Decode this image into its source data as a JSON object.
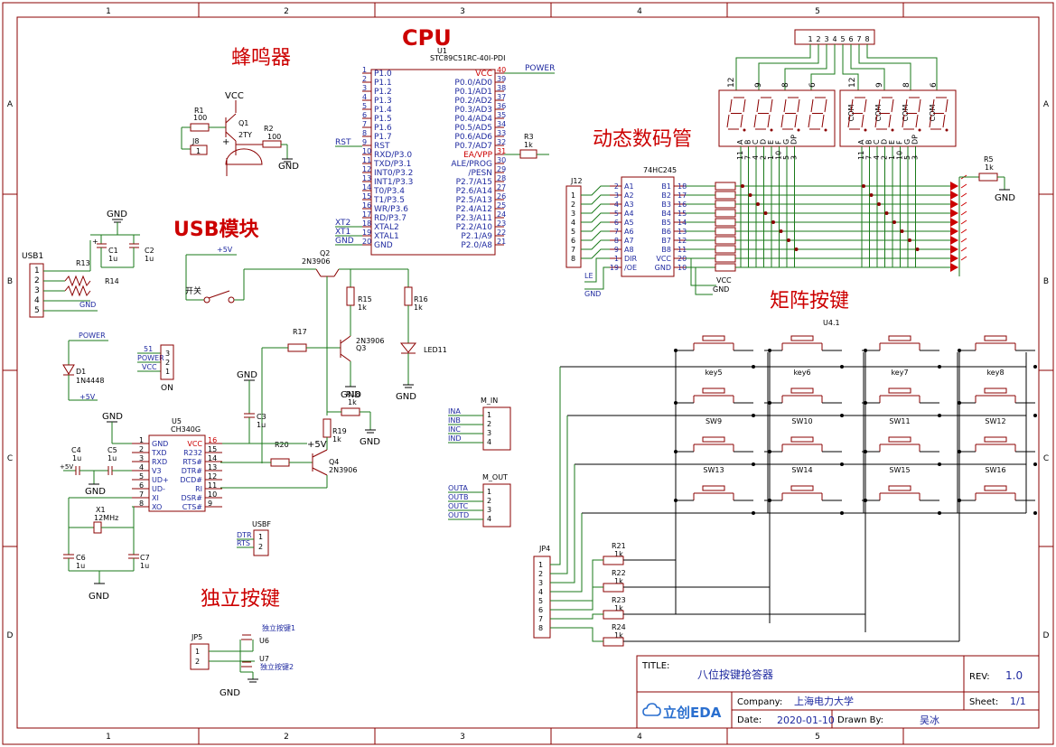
{
  "frame": {
    "columns": [
      "1",
      "2",
      "3",
      "4",
      "5"
    ],
    "rows": [
      "A",
      "B",
      "C",
      "D"
    ]
  },
  "headings": {
    "buzzer": "蜂鸣器",
    "cpu": "CPU",
    "usb": "USB模块",
    "segment": "动态数码管",
    "matrix": "矩阵按键",
    "independent": "独立按键"
  },
  "cpu": {
    "ref": "U1",
    "part": "STC89C51RC-40I-PDI",
    "left_pins": [
      {
        "num": "1",
        "name": "P1.0"
      },
      {
        "num": "2",
        "name": "P1.1"
      },
      {
        "num": "3",
        "name": "P1.2"
      },
      {
        "num": "4",
        "name": "P1.3"
      },
      {
        "num": "5",
        "name": "P1.4"
      },
      {
        "num": "6",
        "name": "P1.5"
      },
      {
        "num": "7",
        "name": "P1.6"
      },
      {
        "num": "8",
        "name": "P1.7"
      },
      {
        "num": "9",
        "name": "RST"
      },
      {
        "num": "10",
        "name": "RXD/P3.0"
      },
      {
        "num": "11",
        "name": "TXD/P3.1"
      },
      {
        "num": "12",
        "name": "INT0/P3.2"
      },
      {
        "num": "13",
        "name": "INT1/P3.3"
      },
      {
        "num": "14",
        "name": "T0/P3.4"
      },
      {
        "num": "15",
        "name": "T1/P3.5"
      },
      {
        "num": "16",
        "name": "WR/P3.6"
      },
      {
        "num": "17",
        "name": "RD/P3.7"
      },
      {
        "num": "18",
        "name": "XTAL2"
      },
      {
        "num": "19",
        "name": "XTAL1"
      },
      {
        "num": "20",
        "name": "GND"
      }
    ],
    "right_pins": [
      {
        "num": "40",
        "name": "VCC"
      },
      {
        "num": "39",
        "name": "P0.0/AD0"
      },
      {
        "num": "38",
        "name": "P0.1/AD1"
      },
      {
        "num": "37",
        "name": "P0.2/AD2"
      },
      {
        "num": "36",
        "name": "P0.3/AD3"
      },
      {
        "num": "35",
        "name": "P0.4/AD4"
      },
      {
        "num": "34",
        "name": "P0.5/AD5"
      },
      {
        "num": "33",
        "name": "P0.6/AD6"
      },
      {
        "num": "32",
        "name": "P0.7/AD7"
      },
      {
        "num": "31",
        "name": "EA/VPP"
      },
      {
        "num": "30",
        "name": "ALE/PROG"
      },
      {
        "num": "29",
        "name": "/PESN"
      },
      {
        "num": "28",
        "name": "P2.7/A15"
      },
      {
        "num": "27",
        "name": "P2.6/A14"
      },
      {
        "num": "26",
        "name": "P2.5/A13"
      },
      {
        "num": "25",
        "name": "P2.4/A12"
      },
      {
        "num": "24",
        "name": "P2.3/A11"
      },
      {
        "num": "23",
        "name": "P2.2/A10"
      },
      {
        "num": "22",
        "name": "P2.1/A9"
      },
      {
        "num": "21",
        "name": "P2.0/A8"
      }
    ],
    "net_rst": "RST",
    "net_xt2": "XT2",
    "net_xt1": "XT1",
    "net_gnd": "GND",
    "net_power": "POWER"
  },
  "buzzer": {
    "vcc": "VCC",
    "gnd": "GND",
    "r1": "R1",
    "r1v": "100",
    "q1": "Q1",
    "q1v": "2TY",
    "r2": "R2",
    "r2v": "100",
    "j8": "J8",
    "j8pin": "1",
    "plus": "+"
  },
  "r3": {
    "ref": "R3",
    "val": "1k"
  },
  "usb1": {
    "ref": "USB1",
    "pins": [
      "1",
      "2",
      "3",
      "4",
      "5"
    ],
    "r13": "R13",
    "r14": "R14",
    "gnd": "GND"
  },
  "caps_top": {
    "gnd": "GND",
    "c1": "C1",
    "c1v": "1u",
    "c2": "C2",
    "c2v": "1u",
    "plus": "+"
  },
  "power_block": {
    "power": "POWER",
    "d1": "D1",
    "d1v": "1N4448",
    "p5v": "+5V"
  },
  "switch_block": {
    "p5v": "+5V",
    "sw": "开关"
  },
  "on_switch": {
    "n51": "51",
    "power": "POWER",
    "vcc": "VCC",
    "pins": [
      "3",
      "2",
      "1"
    ],
    "label": "ON"
  },
  "transistors": {
    "q2": "Q2",
    "q2v": "2N3906",
    "r15": "R15",
    "r15v": "1k",
    "r16": "R16",
    "r16v": "1k",
    "r17": "R17",
    "q3": "Q3",
    "q3v": "2N3906",
    "led11": "LED11",
    "r18": "R18",
    "r18v": "1k",
    "r19": "R19",
    "r19v": "1k",
    "r20": "R20",
    "q4": "Q4",
    "q4v": "2N3906",
    "p5v": "+5V",
    "gnd": "GND"
  },
  "ch340": {
    "ref": "U5",
    "part": "CH340G",
    "left_pins": [
      {
        "num": "1",
        "name": "GND"
      },
      {
        "num": "2",
        "name": "TXD"
      },
      {
        "num": "3",
        "name": "RXD"
      },
      {
        "num": "4",
        "name": "V3"
      },
      {
        "num": "5",
        "name": "UD+"
      },
      {
        "num": "6",
        "name": "UD-"
      },
      {
        "num": "7",
        "name": "XI"
      },
      {
        "num": "8",
        "name": "XO"
      }
    ],
    "right_pins": [
      {
        "num": "16",
        "name": "VCC"
      },
      {
        "num": "15",
        "name": "R232"
      },
      {
        "num": "14",
        "name": "RTS#"
      },
      {
        "num": "13",
        "name": "DTR#"
      },
      {
        "num": "12",
        "name": "DCD#"
      },
      {
        "num": "11",
        "name": "RI"
      },
      {
        "num": "10",
        "name": "DSR#"
      },
      {
        "num": "9",
        "name": "CTS#"
      }
    ],
    "gnd": "GND",
    "gnd2": "GND",
    "c3": "C3",
    "c3v": "1u",
    "c4": "C4",
    "c4v": "1u",
    "c5": "C5",
    "c5v": "1u",
    "p5v": "+5V",
    "x1": "X1",
    "x1v": "12MHz",
    "c6": "C6",
    "c6v": "1u",
    "c7": "C7",
    "c7v": "1u"
  },
  "usbf": {
    "ref": "USBF",
    "nets": [
      "DTR",
      "RTS"
    ],
    "pins": [
      "1",
      "2"
    ]
  },
  "m_in": {
    "ref": "M_IN",
    "nets": [
      "INA",
      "INB",
      "INC",
      "IND"
    ],
    "pins": [
      "1",
      "2",
      "3",
      "4"
    ]
  },
  "m_out": {
    "ref": "M_OUT",
    "nets": [
      "OUTA",
      "OUTB",
      "OUTC",
      "OUTD"
    ],
    "pins": [
      "1",
      "2",
      "3",
      "4"
    ]
  },
  "independent": {
    "jp5": "JP5",
    "pins": [
      "1",
      "2"
    ],
    "u6": "U6",
    "key1": "独立按键1",
    "u7": "U7",
    "key2": "独立按键2",
    "gnd": "GND"
  },
  "display": {
    "header_pins": [
      "1",
      "2",
      "3",
      "4",
      "5",
      "6",
      "7",
      "8"
    ],
    "digit_nums_left": [
      "12",
      "9",
      "8",
      "6"
    ],
    "digit_nums_right": [
      "12",
      "9",
      "8",
      "6"
    ],
    "com": "COM",
    "seg_letters": [
      "A",
      "B",
      "C",
      "D",
      "E",
      "F",
      "G",
      "DP"
    ],
    "seg_pins": [
      "11",
      "7",
      "4",
      "2",
      "1",
      "10",
      "5",
      "3"
    ],
    "j12": "J12",
    "j12_pins": [
      "1",
      "2",
      "3",
      "4",
      "5",
      "6",
      "7",
      "8"
    ],
    "u_name": "74HC245",
    "hc_left": [
      {
        "num": "2",
        "name": "A1"
      },
      {
        "num": "3",
        "name": "A2"
      },
      {
        "num": "4",
        "name": "A3"
      },
      {
        "num": "5",
        "name": "A4"
      },
      {
        "num": "6",
        "name": "A5"
      },
      {
        "num": "7",
        "name": "A6"
      },
      {
        "num": "8",
        "name": "A7"
      },
      {
        "num": "9",
        "name": "A8"
      },
      {
        "num": "1",
        "name": "DIR"
      },
      {
        "num": "19",
        "name": "/OE"
      }
    ],
    "hc_right": [
      {
        "num": "18",
        "name": "B1"
      },
      {
        "num": "17",
        "name": "B2"
      },
      {
        "num": "16",
        "name": "B3"
      },
      {
        "num": "15",
        "name": "B4"
      },
      {
        "num": "14",
        "name": "B5"
      },
      {
        "num": "13",
        "name": "B6"
      },
      {
        "num": "12",
        "name": "B7"
      },
      {
        "num": "11",
        "name": "B8"
      },
      {
        "num": "20",
        "name": "VCC"
      },
      {
        "num": "10",
        "name": "GND"
      }
    ],
    "le": "LE",
    "gnd": "GND",
    "vcc": "VCC",
    "gnd2": "GND",
    "r5": "R5",
    "r5v": "1k",
    "gnd3": "GND"
  },
  "matrix": {
    "u": "U4.1",
    "keys": [
      [
        "key5",
        "key6",
        "key7",
        "key8"
      ],
      [
        "SW9",
        "SW10",
        "SW11",
        "SW12"
      ],
      [
        "SW13",
        "SW14",
        "SW15",
        "SW16"
      ]
    ],
    "jp4": "JP4",
    "jp4_pins": [
      "1",
      "2",
      "3",
      "4",
      "5",
      "6",
      "7",
      "8"
    ],
    "resistors": [
      {
        "ref": "R21",
        "val": "1k"
      },
      {
        "ref": "R22",
        "val": "1k"
      },
      {
        "ref": "R23",
        "val": "1k"
      },
      {
        "ref": "R24",
        "val": "1k"
      }
    ]
  },
  "titleblock": {
    "title_label": "TITLE:",
    "title": "八位按键抢答器",
    "rev_label": "REV:",
    "rev": "1.0",
    "logo": "立创EDA",
    "company_label": "Company:",
    "company": "上海电力大学",
    "sheet_label": "Sheet:",
    "sheet": "1/1",
    "date_label": "Date:",
    "date": "2020-01-10",
    "drawn_label": "Drawn By:",
    "drawn": "吴冰"
  }
}
